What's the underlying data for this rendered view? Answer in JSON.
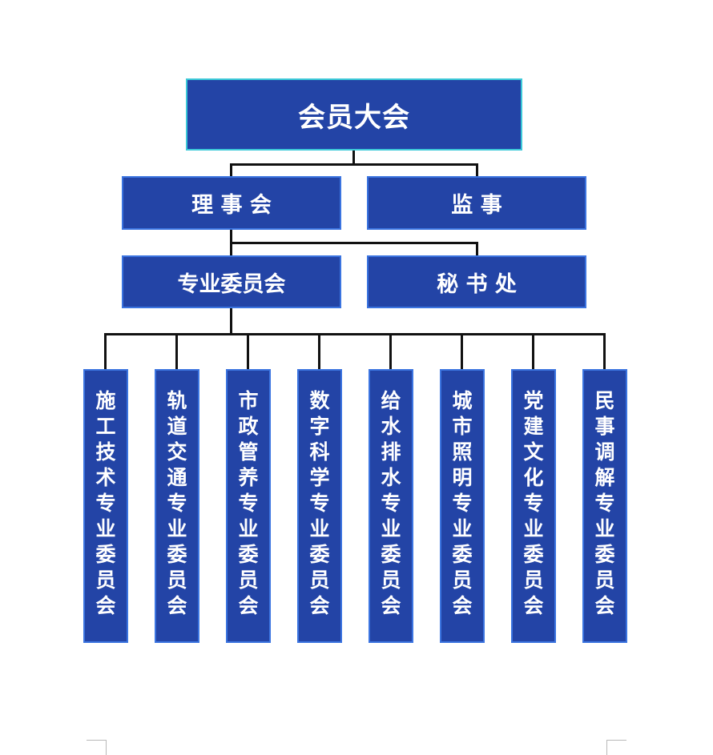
{
  "top": {
    "label": "会员大会"
  },
  "level2": {
    "council": "理 事 会",
    "supervisor": "监 事"
  },
  "level3": {
    "committees": "专业委员会",
    "secretariat": "秘 书 处"
  },
  "level4": [
    {
      "label": "施工技术专业委员会"
    },
    {
      "label": "轨道交通专业委员会"
    },
    {
      "label": "市政管养专业委员会"
    },
    {
      "label": "数字科学专业委员会"
    },
    {
      "label": "给水排水专业委员会"
    },
    {
      "label": "城市照明专业委员会"
    },
    {
      "label": "党建文化专业委员会"
    },
    {
      "label": "民事调解专业委员会"
    }
  ],
  "colors": {
    "box_fill": "#2344a6",
    "box_border": "#3b74e0",
    "top_border": "#3cc9d8",
    "connector": "#111111"
  }
}
